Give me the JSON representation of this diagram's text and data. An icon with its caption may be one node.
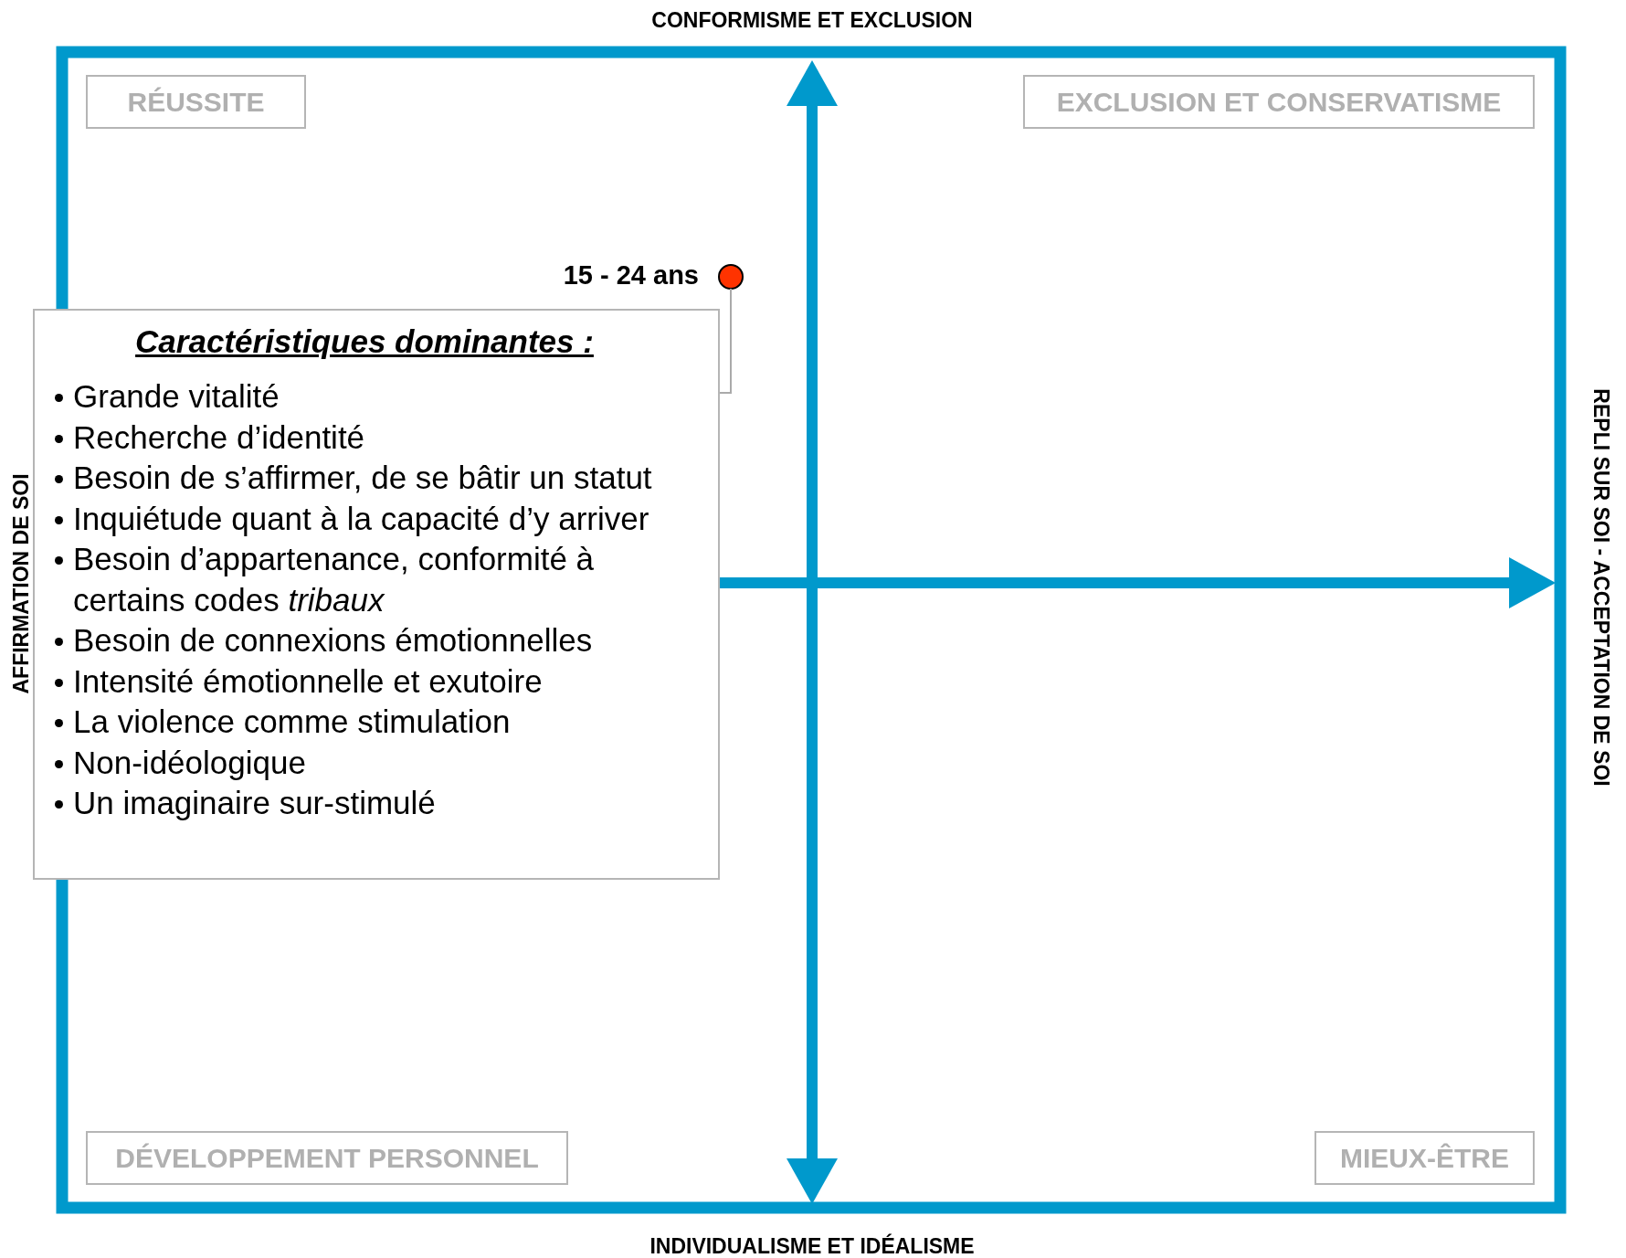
{
  "diagram": {
    "nodes": [
      {
        "text": [
          "RÉUSSITE"
        ]
      },
      {
        "text": [
          "EXCLUSION ET CONSERVATISME"
        ]
      },
      {
        "text": [
          "DÉVELOPPEMENT PERSONNEL"
        ]
      },
      {
        "text": [
          "MIEUX-ÊTRE"
        ]
      },
      {
        "text": [],
        "shape": "circle",
        "beside": [
          "15 - 24 ans"
        ]
      },
      {
        "text": [
          "Caractéristiques dominantes :",
          "Grande vitalité",
          "Recherche d’identité",
          "Besoin de s’affirmer, de se bâtir un statut",
          "Inquiétude quant à la capacité d’y arriver",
          "Besoin d’appartenance, conformité à certains codes *tribaux*",
          "Besoin de connexions émotionnelles",
          "Intensité émotionnelle et exutoire",
          "La violence comme stimulation",
          "Non-idéologique",
          "Un imaginaire sur-stimulé"
        ]
      }
    ],
    "edges": [
      {
        "from": 5,
        "to": 4,
        "arrow": "none"
      }
    ],
    "labels": [
      "CONFORMISME ET EXCLUSION",
      "AFFIRMATION DE SOI",
      "REPLI SUR SOI - ACCEPTATION DE SOI",
      "INDIVIDUALISME ET IDÉALISME"
    ]
  }
}
